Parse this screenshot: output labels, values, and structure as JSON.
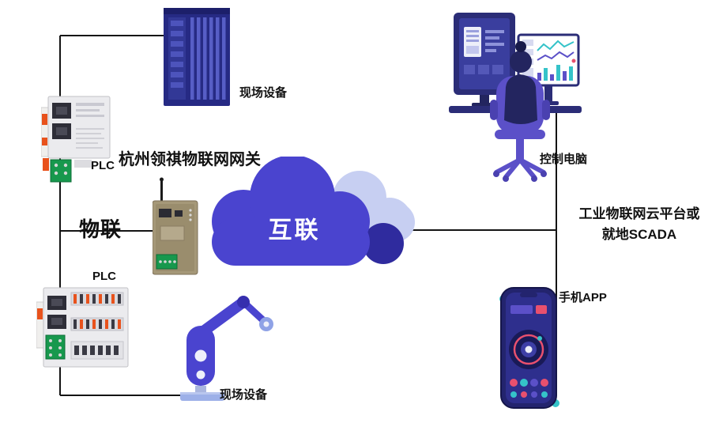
{
  "labels": {
    "field_device_top": "现场设备",
    "gateway_caption": "杭州领祺物联网网关",
    "plc_top": "PLC",
    "iot_left": "物联",
    "plc_bottom": "PLC",
    "cloud_center": "互联",
    "control_computer": "控制电脑",
    "platform_line1": "工业物联网云平台或",
    "platform_line2": "就地SCADA",
    "mobile_app": "手机APP",
    "field_device_bottom": "现场设备"
  },
  "colors": {
    "connection_line": "#141414",
    "cloud_main": "#4a44cf",
    "cloud_light": "#c7cff2",
    "cloud_shadow": "#2f2b9e",
    "cloud_text": "#ffffff",
    "device_navy": "#262a84",
    "device_tan": "#a59878",
    "accent_orange": "#e8521c",
    "accent_green": "#17984d",
    "illustration_navy": "#23255f",
    "illustration_purple": "#5b50c8",
    "accent_teal": "#35c3c9",
    "accent_red": "#e8506e"
  }
}
